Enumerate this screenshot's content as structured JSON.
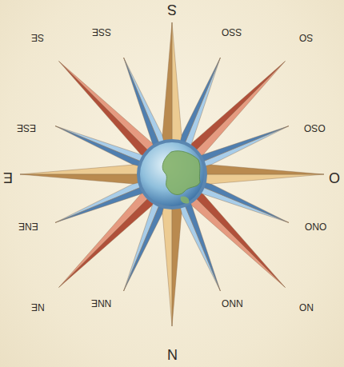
{
  "diagram": {
    "labels": [
      "S",
      "SE",
      "SSE",
      "SSO",
      "SO",
      "ESE",
      "OSO",
      "E",
      "O",
      "ENE",
      "ONO",
      "NE",
      "NNE",
      "NNO",
      "NO",
      "N"
    ]
  }
}
